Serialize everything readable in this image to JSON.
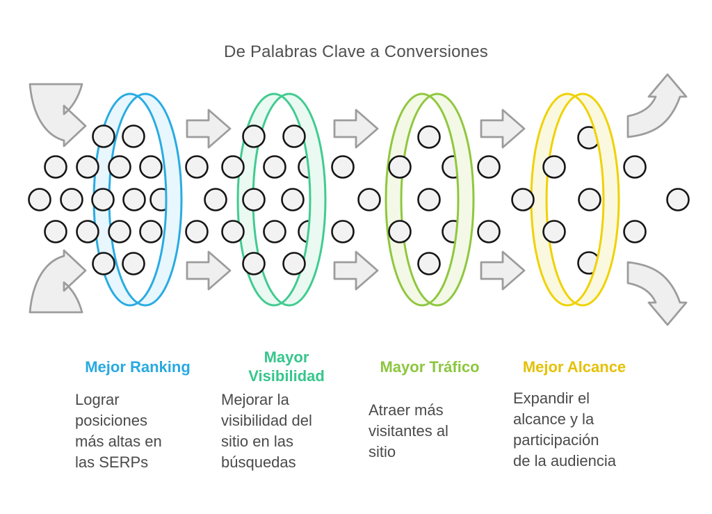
{
  "title": "De Palabras Clave a Conversiones",
  "colors": {
    "background": "#FFFFFF",
    "title_text": "#4F4F4F",
    "body_text": "#4A4A4A",
    "dot_fill": "#F2F2F2",
    "dot_stroke": "#161616",
    "arrow_fill": "#EFEFEF",
    "arrow_stroke": "#9C9C9C"
  },
  "stages": [
    {
      "label": "Mejor Ranking",
      "label_color": "#29A9E1",
      "ring_stroke": "#29ABE2",
      "ring_tint": "#E8F6FD",
      "description": [
        "Lograr",
        "posiciones",
        "más altas en",
        "las SERPs"
      ]
    },
    {
      "label": [
        "Mayor",
        "Visibilidad"
      ],
      "label_color": "#36C68C",
      "ring_stroke": "#41CB90",
      "ring_tint": "#EAF9F2",
      "description": [
        "Mejorar la",
        "visibilidad del",
        "sitio en las",
        "búsquedas"
      ]
    },
    {
      "label": "Mayor Tráfico",
      "label_color": "#8CC63F",
      "ring_stroke": "#8FC73E",
      "ring_tint": "#F3F9E6",
      "description": [
        "Atraer más",
        "visitantes al",
        "sitio"
      ]
    },
    {
      "label": "Mejor Alcance",
      "label_color": "#E4C107",
      "ring_stroke": "#EFD203",
      "ring_tint": "#FBF8E0",
      "description": [
        "Expandir el",
        "alcance y la",
        "participación",
        "de la audiencia"
      ]
    }
  ]
}
